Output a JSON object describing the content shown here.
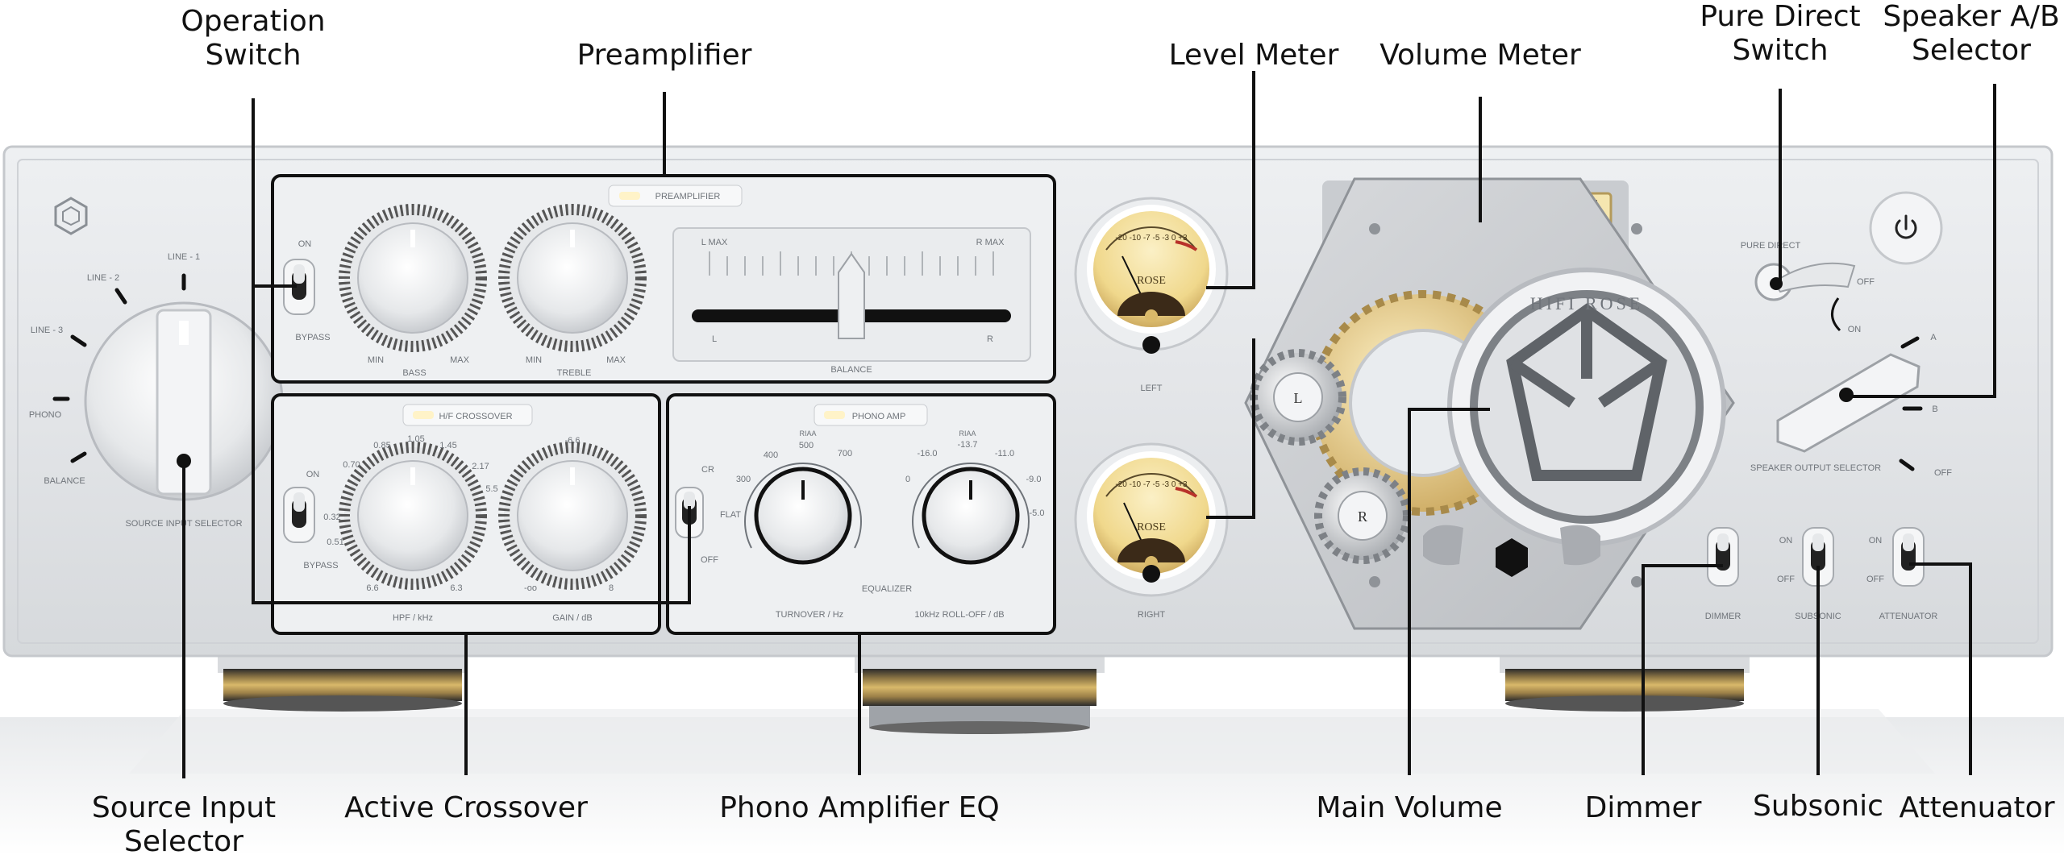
{
  "callouts": {
    "operation_switch": "Operation\nSwitch",
    "preamplifier": "Preamplifier",
    "level_meter": "Level Meter",
    "volume_meter": "Volume Meter",
    "pure_direct_switch": "Pure Direct\nSwitch",
    "speaker_ab_selector": "Speaker A/B\nSelector",
    "source_input_selector": "Source Input\nSelector",
    "active_crossover": "Active Crossover",
    "phono_amplifier_eq": "Phono Amplifier EQ",
    "main_volume": "Main Volume",
    "dimmer": "Dimmer",
    "subsonic": "Subsonic",
    "attenuator": "Attenuator"
  },
  "panel": {
    "source_positions": [
      "LINE - 1",
      "LINE - 2",
      "LINE - 3",
      "PHONO",
      "BALANCE"
    ],
    "source_label": "SOURCE INPUT SELECTOR",
    "preamp_title": "PREAMPLIFIER",
    "preamp_switch_on": "ON",
    "preamp_switch_off": "BYPASS",
    "bass_label": "BASS",
    "treble_label": "TREBLE",
    "knob_min": "MIN",
    "knob_max": "MAX",
    "balance_label": "BALANCE",
    "balance_lmax": "L MAX",
    "balance_rmax": "R MAX",
    "balance_l": "L",
    "balance_r": "R",
    "crossover_title": "H/F CROSSOVER",
    "crossover_on": "ON",
    "crossover_off": "BYPASS",
    "hpf_label": "HPF / kHz",
    "gain_label": "GAIN / dB",
    "hpf_ticks": [
      "0.70",
      "0.85",
      "1.05",
      "1.45",
      "2.17",
      "0.51",
      "0.32",
      "5.5",
      "6.6",
      "6.3"
    ],
    "gain_ticks": [
      "-6.6",
      "-oo",
      "8"
    ],
    "phono_title": "PHONO AMP",
    "eq_on": "CR",
    "eq_off": "OFF",
    "eq_flat": "FLAT",
    "turnover_ticks": [
      "300",
      "400",
      "500",
      "700"
    ],
    "turnover_riaa": "RIAA",
    "rolloff_ticks": [
      "0",
      "-16.0",
      "-13.7",
      "-11.0",
      "-9.0",
      "-5.0"
    ],
    "rolloff_riaa": "RIAA",
    "equalizer_label": "EQUALIZER",
    "turnover_label": "TURNOVER / Hz",
    "rolloff_label": "10kHz ROLL-OFF / dB",
    "meter_left_label": "LEFT",
    "meter_right_label": "RIGHT",
    "meter_brand": "ROSE",
    "meter_scale": "-20 -10 -7 -5 -3 0 +3",
    "gear_l": "L",
    "gear_r": "R",
    "wheel_brand": "HIFI ROSE",
    "pure_direct_label": "PURE DIRECT",
    "pure_off": "OFF",
    "pure_on": "ON",
    "speaker_a": "A",
    "speaker_b": "B",
    "speaker_off": "OFF",
    "speaker_label": "SPEAKER OUTPUT SELECTOR",
    "dimmer_label": "DIMMER",
    "subsonic_label": "SUBSONIC",
    "attenuator_label": "ATTENUATOR",
    "toggle_on": "ON",
    "toggle_off": "OFF"
  },
  "colors": {
    "chassis": "#e6e8ea",
    "meter_face": "#f3e2a8",
    "brass": "#c9a55a",
    "outline": "#1a1a1a"
  },
  "icons": [
    "rose-logo-icon",
    "power-icon"
  ]
}
